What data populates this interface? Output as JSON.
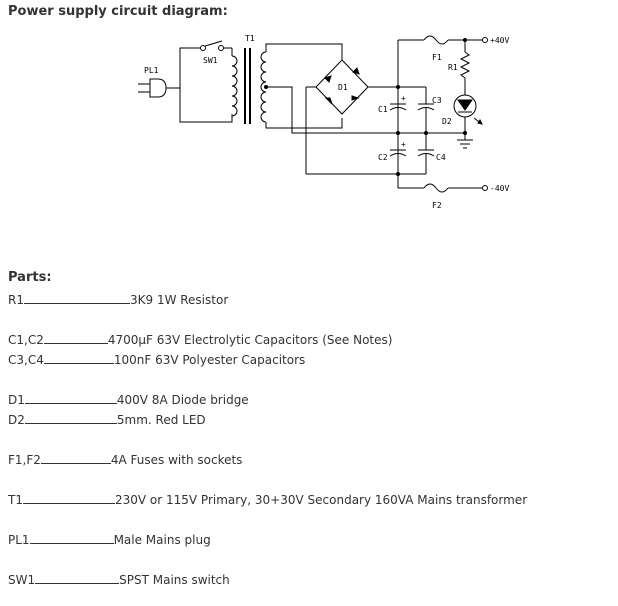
{
  "heading": "Power supply circuit diagram:",
  "schematic": {
    "labels": {
      "t1": "T1",
      "sw1": "SW1",
      "pl1": "PL1",
      "d1": "D1",
      "f1": "F1",
      "f2": "F2",
      "r1": "R1",
      "c1": "C1",
      "c2": "C2",
      "c3": "C3",
      "c4": "C4",
      "d2": "D2",
      "plus40": "+40V",
      "minus40": "-40V",
      "plus_a": "+",
      "plus_b": "+"
    }
  },
  "parts_title": "Parts:",
  "parts": [
    {
      "ref": "R1",
      "desc": "3K9 1W Resistor"
    },
    {
      "ref": "C1,C2",
      "desc": "4700µF 63V Electrolytic Capacitors (See Notes)"
    },
    {
      "ref": "C3,C4",
      "desc": "100nF 63V Polyester Capacitors"
    },
    {
      "ref": "D1",
      "desc": "400V 8A Diode bridge"
    },
    {
      "ref": "D2",
      "desc": "5mm. Red LED"
    },
    {
      "ref": "F1,F2",
      "desc": "4A Fuses with sockets"
    },
    {
      "ref": "T1",
      "desc": "230V or 115V Primary, 30+30V Secondary 160VA Mains transformer"
    },
    {
      "ref": "PL1",
      "desc": "Male Mains plug"
    },
    {
      "ref": "SW1",
      "desc": "SPST Mains switch"
    }
  ]
}
